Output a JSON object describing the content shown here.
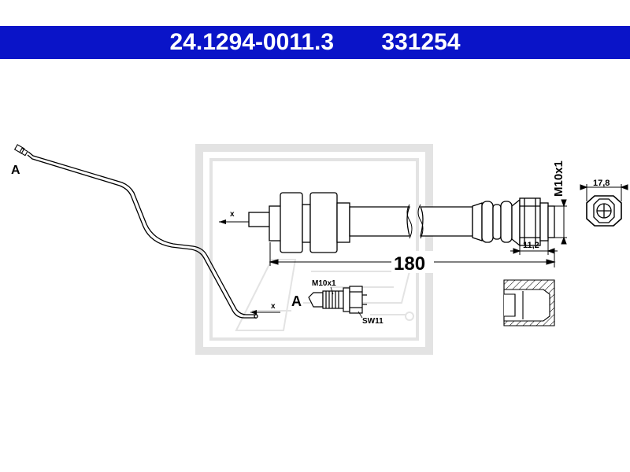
{
  "header": {
    "part_number": "24.1294-0011.3",
    "ref_number": "331254",
    "background_color": "#0a14c8"
  },
  "drawing": {
    "view_a_label": "A",
    "detail_a_label": "A",
    "axis_label_x": "x",
    "length": "180",
    "thread": "M10x1",
    "thread_small": "M10x1",
    "wrench_size": "SW11",
    "hex_width": "17,8",
    "fitting_length": "11,2"
  },
  "watermark": {
    "brand": "Ate",
    "color": "#e3e3e3"
  }
}
